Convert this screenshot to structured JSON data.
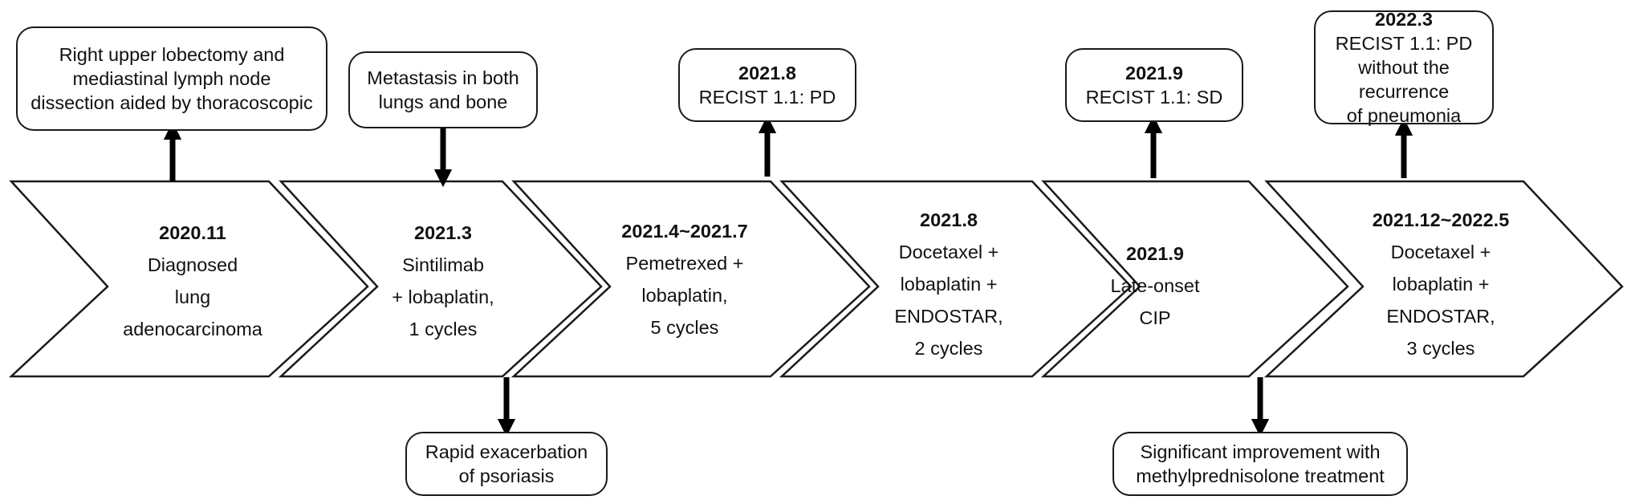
{
  "stages": [
    {
      "date": "2020.11",
      "lines": [
        "Diagnosed",
        "lung",
        "adenocarcinoma"
      ]
    },
    {
      "date": "2021.3",
      "lines": [
        "Sintilimab",
        "+ lobaplatin,",
        "1 cycles"
      ]
    },
    {
      "date": "2021.4~2021.7",
      "lines": [
        "Pemetrexed +",
        "lobaplatin,",
        "5 cycles"
      ]
    },
    {
      "date": "2021.8",
      "lines": [
        "Docetaxel +",
        "lobaplatin +",
        "ENDOSTAR,",
        "2 cycles"
      ]
    },
    {
      "date": "2021.9",
      "lines": [
        "Late-onset",
        "CIP"
      ]
    },
    {
      "date": "2021.12~2022.5",
      "lines": [
        "Docetaxel +",
        "lobaplatin +",
        "ENDOSTAR,",
        "3 cycles"
      ]
    }
  ],
  "callouts_top": [
    {
      "title": "",
      "lines": [
        "Right upper lobectomy and",
        "mediastinal lymph node",
        "dissection aided by thoracoscopic"
      ],
      "arrow": "up"
    },
    {
      "title": "",
      "lines": [
        "Metastasis in both",
        "lungs and bone"
      ],
      "arrow": "down"
    },
    {
      "title": "2021.8",
      "lines": [
        "RECIST 1.1: PD"
      ],
      "arrow": "up"
    },
    {
      "title": "2021.9",
      "lines": [
        "RECIST 1.1: SD"
      ],
      "arrow": "up"
    },
    {
      "title": "2022.3",
      "lines": [
        "RECIST 1.1: PD",
        "without the recurrence",
        "of pneumonia"
      ],
      "arrow": "up"
    }
  ],
  "callouts_bottom": [
    {
      "title": "",
      "lines": [
        "Rapid exacerbation",
        "of psoriasis"
      ],
      "arrow": "down"
    },
    {
      "title": "",
      "lines": [
        "Significant improvement with",
        "methylprednisolone treatment"
      ],
      "arrow": "down"
    }
  ]
}
